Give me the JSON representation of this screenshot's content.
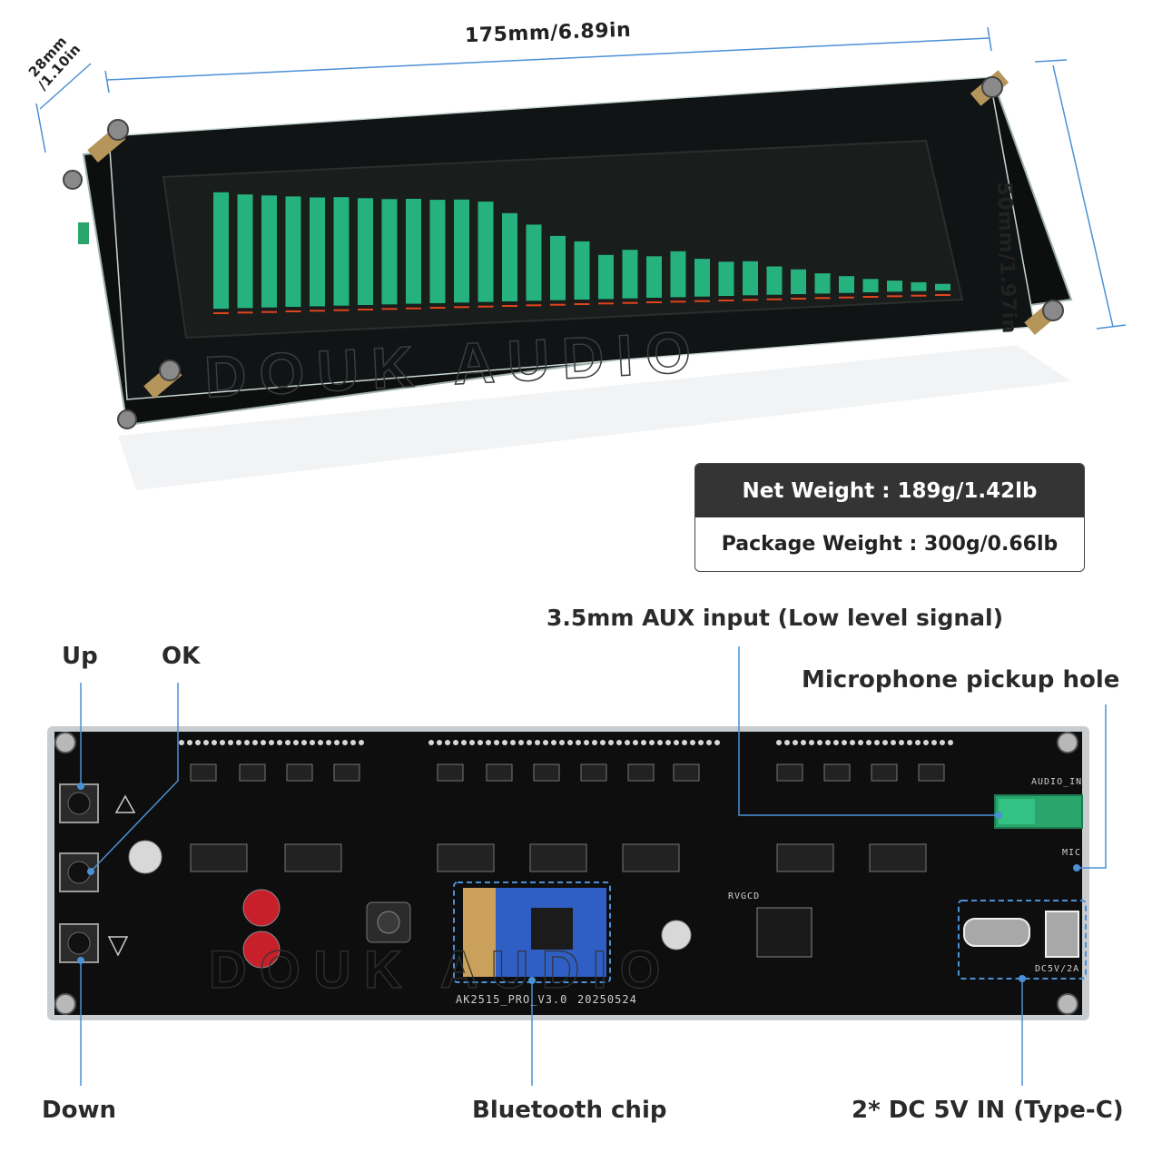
{
  "dimensions": {
    "length": "175mm/6.89in",
    "height": "50mm/1.97in",
    "depth_line1": "28mm",
    "depth_line2": "/1.10in"
  },
  "weight": {
    "net": "Net Weight : 189g/1.42lb",
    "package": "Package Weight : 300g/0.66lb"
  },
  "callouts": {
    "up": "Up",
    "ok": "OK",
    "down": "Down",
    "aux": "3.5mm AUX input (Low level signal)",
    "mic": "Microphone pickup hole",
    "bluetooth": "Bluetooth chip",
    "dc": "2* DC 5V IN (Type-C)"
  },
  "board": {
    "model": "AK2515_PRO_V3.0",
    "date": "20250524",
    "audio_in": "AUDIO_IN",
    "mic": "MIC",
    "dc": "DC5V/2A",
    "rvgcd": "RVGCD"
  },
  "watermark": "DOUK AUDIO",
  "spectrum": {
    "levels": [
      0.95,
      0.93,
      0.92,
      0.91,
      0.9,
      0.9,
      0.89,
      0.88,
      0.88,
      0.87,
      0.87,
      0.85,
      0.75,
      0.65,
      0.55,
      0.5,
      0.38,
      0.42,
      0.36,
      0.4,
      0.33,
      0.3,
      0.3,
      0.25,
      0.22,
      0.18,
      0.15,
      0.12,
      0.1,
      0.08,
      0.06
    ],
    "bar_color": "#27c38a",
    "peak_color": "#e0441c"
  },
  "colors": {
    "callout_line": "#4a90d6",
    "label_text": "#2a2a2a",
    "board": "#0e0e0e"
  }
}
